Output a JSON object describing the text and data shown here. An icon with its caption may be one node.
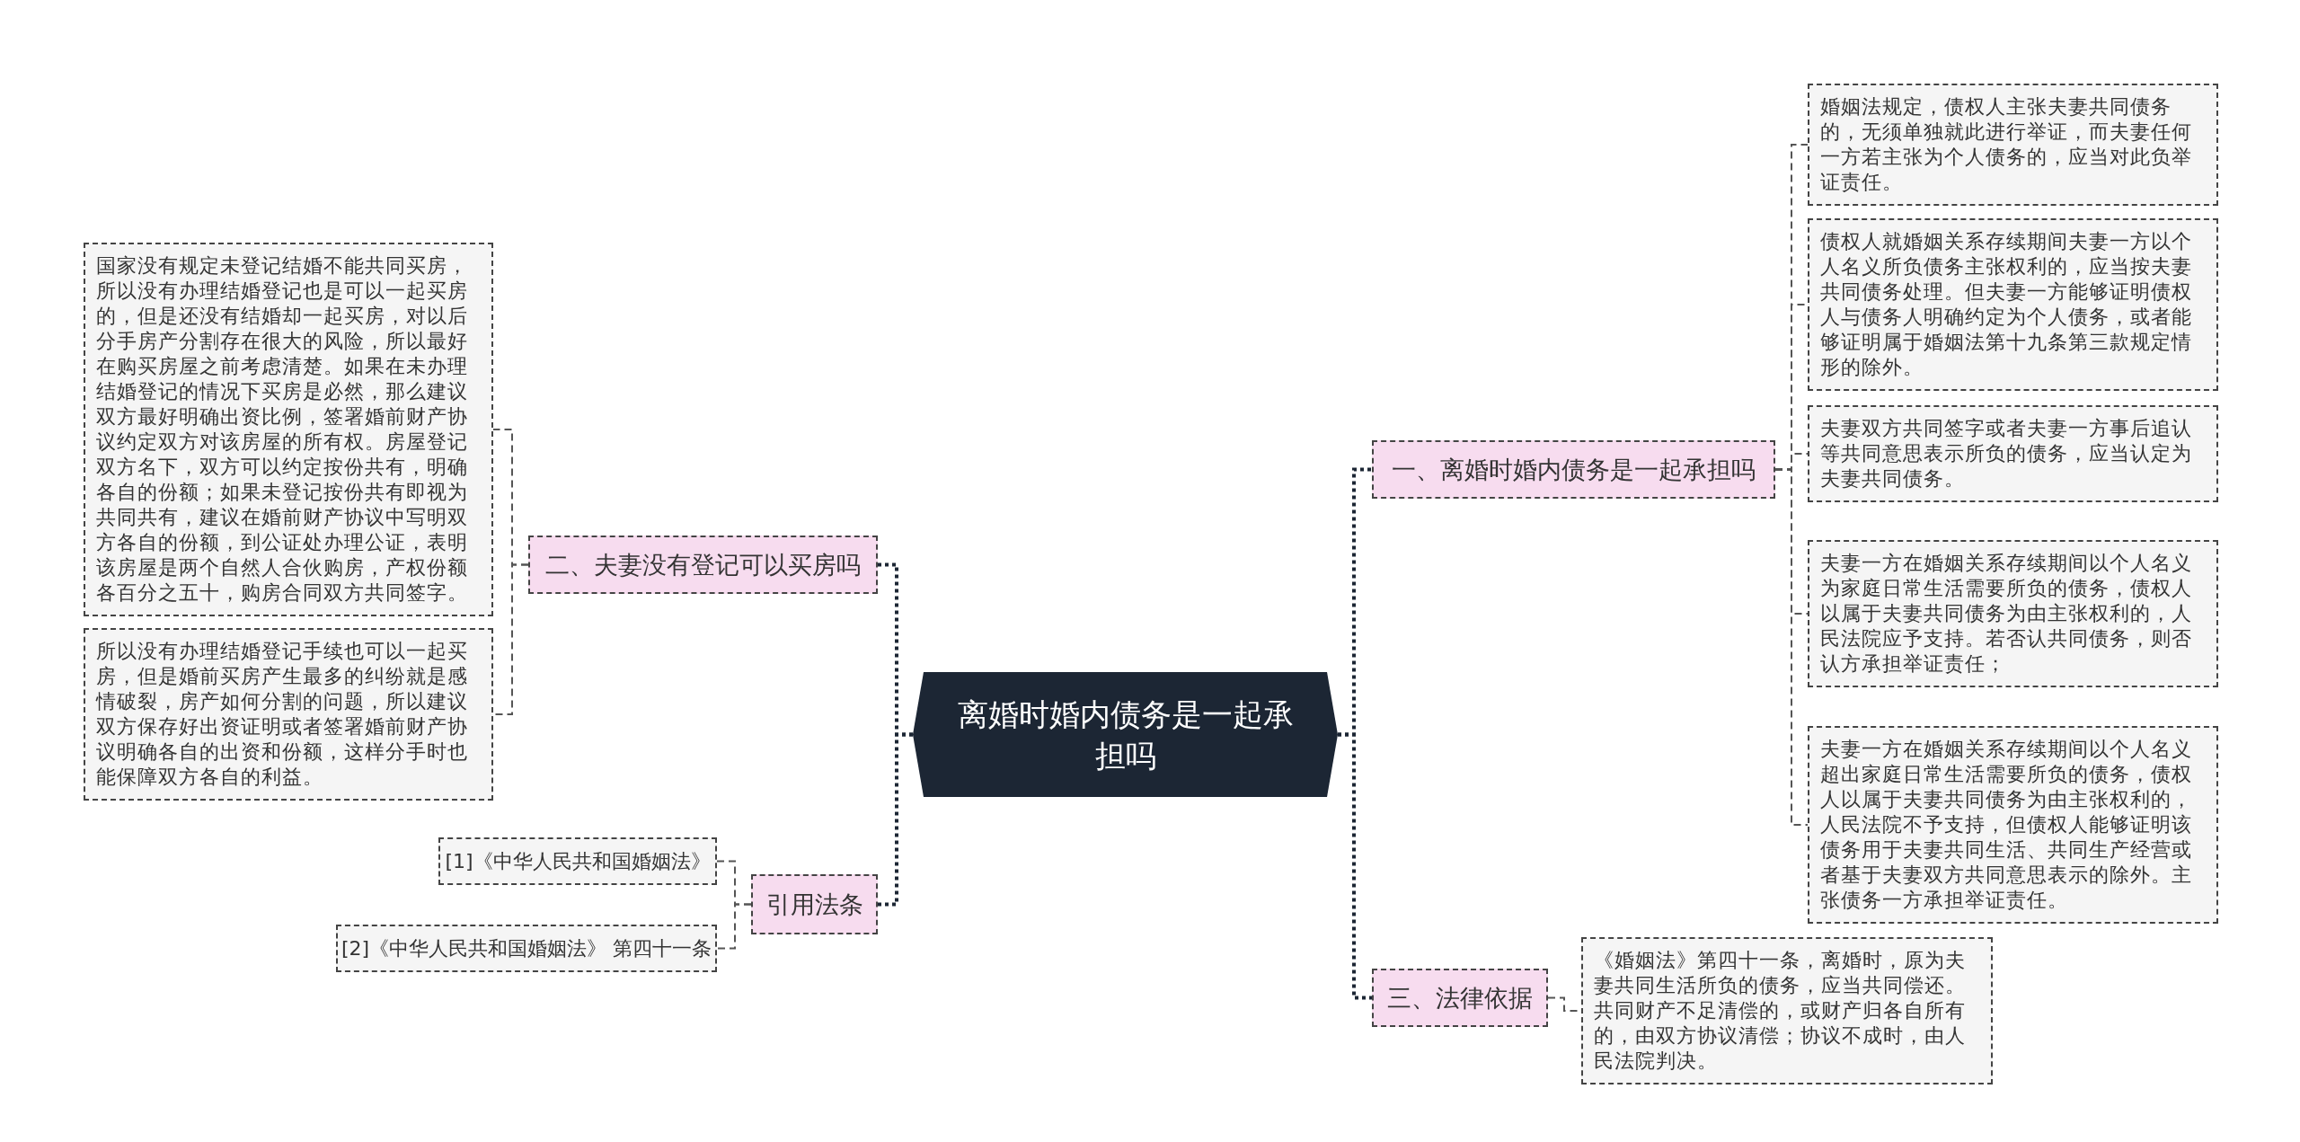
{
  "diagram": {
    "nodes": [
      {
        "text": [
          "离婚时婚内债务是一起承担吗"
        ]
      },
      {
        "text": [
          "一、离婚时婚内债务是一起承担吗"
        ]
      },
      {
        "text": [
          "婚姻法规定，债权人主张夫妻共同债务的，无须单独就此进行举证，而夫妻任何一方若主张为个人债务的，应当对此负举证责任。"
        ]
      },
      {
        "text": [
          "债权人就婚姻关系存续期间夫妻一方以个人名义所负债务主张权利的，应当按夫妻共同债务处理。但夫妻一方能够证明债权人与债务人明确约定为个人债务，或者能够证明属于婚姻法第十九条第三款规定情形的除外。"
        ]
      },
      {
        "text": [
          "夫妻双方共同签字或者夫妻一方事后追认等共同意思表示所负的债务，应当认定为夫妻共同债务。"
        ]
      },
      {
        "text": [
          "夫妻一方在婚姻关系存续期间以个人名义为家庭日常生活需要所负的债务，债权人以属于夫妻共同债务为由主张权利的，人民法院应予支持。若否认共同债务，则否认方承担举证责任；"
        ]
      },
      {
        "text": [
          "夫妻一方在婚姻关系存续期间以个人名义超出家庭日常生活需要所负的债务，债权人以属于夫妻共同债务为由主张权利的，人民法院不予支持，但债权人能够证明该债务用于夫妻共同生活、共同生产经营或者基于夫妻双方共同意思表示的除外。主张债务一方承担举证责任。"
        ]
      },
      {
        "text": [
          "三、法律依据"
        ]
      },
      {
        "text": [
          "《婚姻法》第四十一条，离婚时，原为夫妻共同生活所负的债务，应当共同偿还。共同财产不足清偿的，或财产归各自所有的，由双方协议清偿；协议不成时，由人民法院判决。"
        ]
      },
      {
        "text": [
          "二、夫妻没有登记可以买房吗"
        ]
      },
      {
        "text": [
          "国家没有规定未登记结婚不能共同买房，所以没有办理结婚登记也是可以一起买房的，但是还没有结婚却一起买房，对以后分手房产分割存在很大的风险，所以最好在购买房屋之前考虑清楚。如果在未办理结婚登记的情况下买房是必然，那么建议双方最好明确出资比例，签署婚前财产协议约定双方对该房屋的所有权。房屋登记双方名下，双方可以约定按份共有，明确各自的份额；如果未登记按份共有即视为共同共有，建议在婚前财产协议中写明双方各自的份额，到公证处办理公证，表明该房屋是两个自然人合伙购房，产权份额各百分之五十，购房合同双方共同签字。"
        ]
      },
      {
        "text": [
          "所以没有办理结婚登记手续也可以一起买房，但是婚前买房产生最多的纠纷就是感情破裂，房产如何分割的问题，所以建议双方保存好出资证明或者签署婚前财产协议明确各自的出资和份额，这样分手时也能保障双方各自的利益。"
        ]
      },
      {
        "text": [
          "引用法条"
        ]
      },
      {
        "text": [
          "[1]《中华人民共和国婚姻法》"
        ]
      },
      {
        "text": [
          "[2]《中华人民共和国婚姻法》 第四十一条"
        ]
      }
    ],
    "edges": [
      {
        "from": 0,
        "to": 1,
        "arrow": "none",
        "style": "dashed",
        "color": "#1c2634"
      },
      {
        "from": 1,
        "to": 2,
        "arrow": "none",
        "style": "dashed"
      },
      {
        "from": 1,
        "to": 3,
        "arrow": "none",
        "style": "dashed"
      },
      {
        "from": 1,
        "to": 4,
        "arrow": "none",
        "style": "dashed"
      },
      {
        "from": 1,
        "to": 5,
        "arrow": "none",
        "style": "dashed"
      },
      {
        "from": 1,
        "to": 6,
        "arrow": "none",
        "style": "dashed"
      },
      {
        "from": 0,
        "to": 7,
        "arrow": "none",
        "style": "dashed",
        "color": "#1c2634"
      },
      {
        "from": 7,
        "to": 8,
        "arrow": "none",
        "style": "dashed"
      },
      {
        "from": 0,
        "to": 9,
        "arrow": "none",
        "style": "dashed",
        "color": "#1c2634"
      },
      {
        "from": 9,
        "to": 10,
        "arrow": "none",
        "style": "dashed"
      },
      {
        "from": 9,
        "to": 11,
        "arrow": "none",
        "style": "dashed"
      },
      {
        "from": 0,
        "to": 12,
        "arrow": "none",
        "style": "dashed",
        "color": "#1c2634"
      },
      {
        "from": 12,
        "to": 13,
        "arrow": "none",
        "style": "dashed"
      },
      {
        "from": 12,
        "to": 14,
        "arrow": "none",
        "style": "dashed"
      }
    ]
  }
}
